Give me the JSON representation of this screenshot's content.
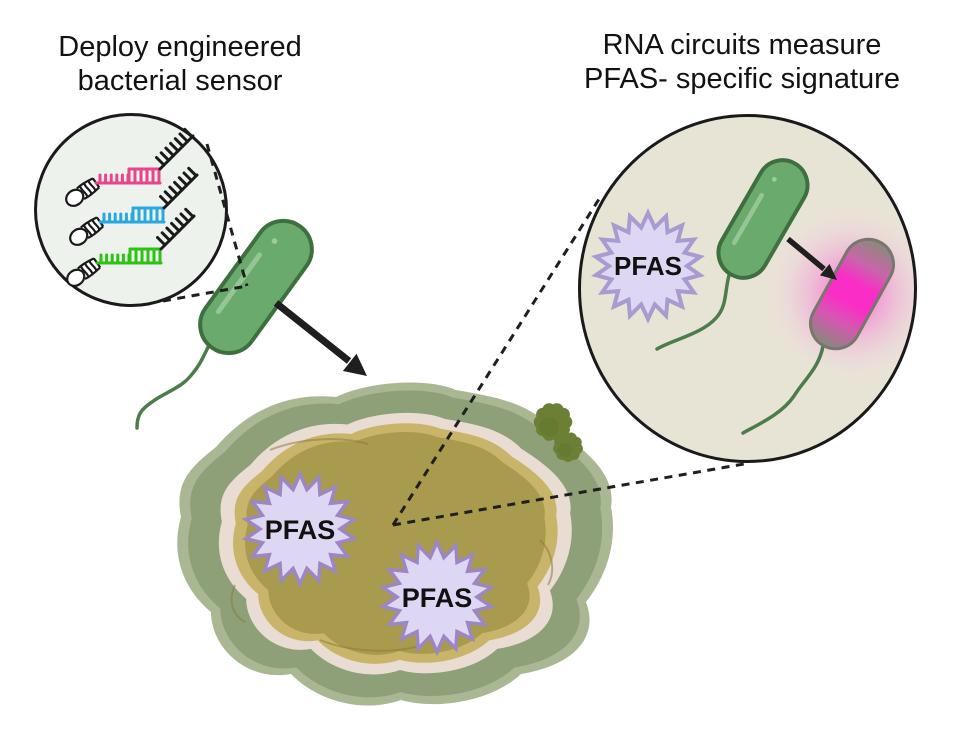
{
  "titles": {
    "left": {
      "line1": "Deploy engineered",
      "line2": "bacterial sensor"
    },
    "right": {
      "line1": "RNA circuits measure",
      "line2": "PFAS- specific signature"
    }
  },
  "labels": {
    "pfas_pond_1": "PFAS",
    "pfas_pond_2": "PFAS",
    "pfas_inset": "PFAS"
  },
  "icons": {
    "sensor_inset": "zoom-callout-circle",
    "rna_sensor_constructs": [
      "pink-rna-sensor",
      "blue-rna-sensor",
      "green-rna-sensor"
    ],
    "deployed_cell": "green-rod-bacterium-with-flagellum",
    "sensing_cell": "green-rod-bacterium-with-flagellum",
    "reporter_cell": "magenta-glowing-bacterium",
    "pfas_molecule": "starburst-badge",
    "water_body": "pond-blob",
    "vegetation": "bushes"
  },
  "colors": {
    "background": "#ffffff",
    "outline": "#1a1a1a",
    "sensor_pink": "#e8458b",
    "sensor_blue": "#29a8e0",
    "sensor_green": "#2ec215",
    "inset_left_fill": "#edf3ec",
    "inset_right_fill": "#e8e4d5",
    "bacterium_fill": "#6baa6d",
    "bacterium_stroke": "#3e6f3e",
    "bacterium_highlight": "#9ccb9c",
    "flagellum": "#4c7c4c",
    "reporter_magenta": "#fb2cc7",
    "reporter_gray": "#878a7b",
    "glow_pink": "#f871d4",
    "star_fill": "#ded7f3",
    "star_stroke": "#a393cb",
    "pond_outer": "#a9b893",
    "pond_sage": "#8ea077",
    "pond_beige": "#e9dcd2",
    "pond_gold": "#c9b569",
    "pond_water": "#a89b4e",
    "bush_green": "#6b8034"
  }
}
